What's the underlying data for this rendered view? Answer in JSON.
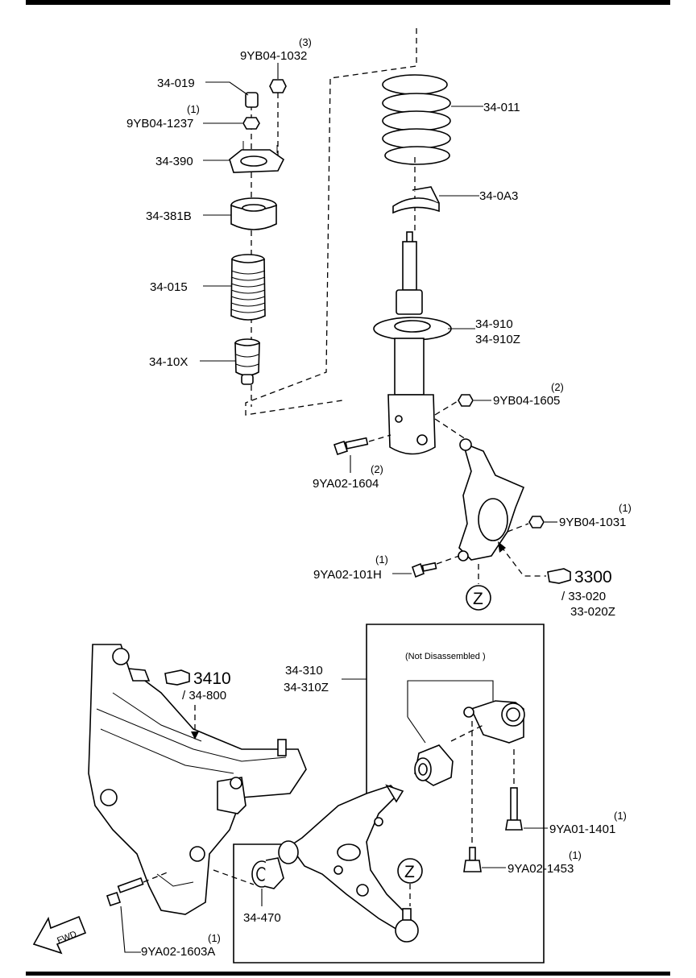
{
  "labels": {
    "p34_019": "34-019",
    "p9yb04_1032": "9YB04-1032",
    "q9yb04_1032": "(3)",
    "p9yb04_1237": "9YB04-1237",
    "q9yb04_1237": "(1)",
    "p34_390": "34-390",
    "p34_381b": "34-381B",
    "p34_015": "34-015",
    "p34_10x": "34-10X",
    "p34_011": "34-011",
    "p34_0a3": "34-0A3",
    "p34_910": "34-910",
    "p34_910z": "34-910Z",
    "p9yb04_1605": "9YB04-1605",
    "q9yb04_1605": "(2)",
    "p9ya02_1604": "9YA02-1604",
    "q9ya02_1604": "(2)",
    "p9yb04_1031": "9YB04-1031",
    "q9yb04_1031": "(1)",
    "p9ya02_101h": "9YA02-101H",
    "q9ya02_101h": "(1)",
    "ref3300": "3300",
    "p33_020": "/ 33-020",
    "p33_020z": "33-020Z",
    "zone_z": "Z",
    "ref3410": "3410",
    "p34_800": "/ 34-800",
    "p34_310": "34-310",
    "p34_310z": "34-310Z",
    "not_disassembled": "(Not Disassembled )",
    "p9ya01_1401": "9YA01-1401",
    "q9ya01_1401": "(1)",
    "p9ya02_1453": "9YA02-1453",
    "q9ya02_1453": "(1)",
    "p34_470": "34-470",
    "p9ya02_1603a": "9YA02-1603A",
    "q9ya02_1603a": "(1)",
    "fwd": "FWD"
  }
}
